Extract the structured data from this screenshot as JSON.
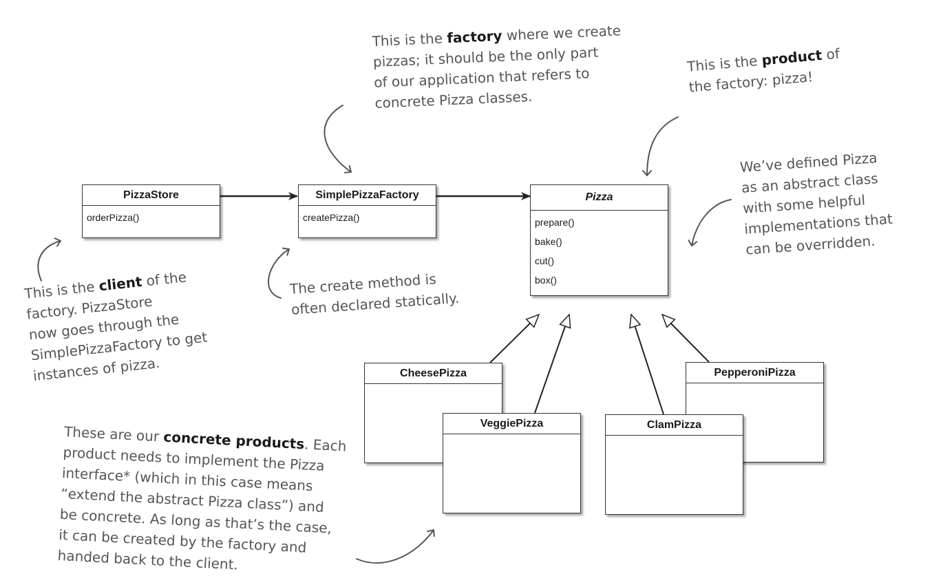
{
  "classes": {
    "pizza_store": {
      "name": "PizzaStore",
      "methods": [
        "orderPizza()"
      ]
    },
    "simple_pizza_factory": {
      "name": "SimplePizzaFactory",
      "methods": [
        "createPizza()"
      ]
    },
    "pizza": {
      "name": "Pizza",
      "methods": [
        "prepare()",
        "bake()",
        "cut()",
        "box()"
      ]
    },
    "cheese_pizza": {
      "name": "CheesePizza"
    },
    "veggie_pizza": {
      "name": "VeggiePizza"
    },
    "clam_pizza": {
      "name": "ClamPizza"
    },
    "pepperoni_pizza": {
      "name": "PepperoniPizza"
    }
  },
  "notes": {
    "factory": {
      "l1a": "This is the ",
      "l1b": "factory",
      "l1c": " where we create",
      "l2": "pizzas; it should be the only part",
      "l3": "of our application that refers to",
      "l4": "concrete Pizza classes."
    },
    "product": {
      "l1a": "This is the ",
      "l1b": "product",
      "l1c": " of",
      "l2": "the factory: pizza!"
    },
    "abstract": {
      "l1": "We’ve defined Pizza",
      "l2": "as an abstract class",
      "l3": "with some helpful",
      "l4": "implementations that",
      "l5": "can be overridden."
    },
    "client": {
      "l1a": "This is the ",
      "l1b": "client",
      "l1c": " of the",
      "l2": "factory. PizzaStore",
      "l3": "now goes through the",
      "l4": "SimplePizzaFactory to get",
      "l5": "instances of pizza."
    },
    "static": {
      "l1": "The create method is",
      "l2": "often declared statically."
    },
    "concrete": {
      "l1a": "These are our ",
      "l1b": "concrete products",
      "l1c": ". Each",
      "l2": "product needs to implement the Pizza",
      "l3": "interface* (which in this case means",
      "l4": "“extend the abstract Pizza class”) and",
      "l5": "be concrete. As long as that’s the case,",
      "l6": "it can be created by the factory and",
      "l7": "handed back to the client."
    }
  },
  "colors": {
    "line": "#222222",
    "annotation": "#555555",
    "box_border": "#333333"
  }
}
